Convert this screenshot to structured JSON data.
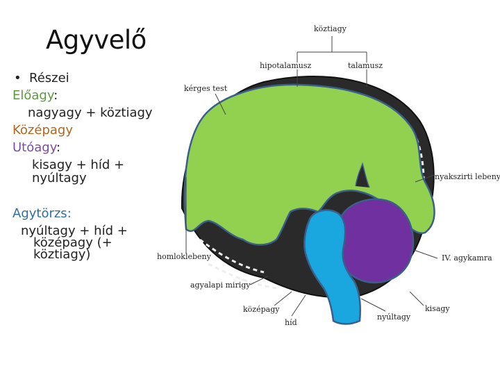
{
  "title": "Agyvelő",
  "text": {
    "bullet": "Részei",
    "eloagy_label": "Előagy",
    "eloagy_colon": ":",
    "eloagy_parts": "nagyagy + köztiagy",
    "kozepagy": "Középagy",
    "utoagy_label": "Utóagy",
    "utoagy_colon": ":",
    "utoagy_parts_1": "kisagy + híd +",
    "utoagy_parts_2": "nyúltagy",
    "agytorzs_label": "Agytörzs:",
    "agytorzs_parts_1": "nyúltagy + híd +",
    "agytorzs_parts_2": "középagy (+",
    "agytorzs_parts_3": "köztiagy)"
  },
  "diagram": {
    "labels": {
      "koztiagy": "köztiagy",
      "hipotalamusz": "hipotalamusz",
      "talamusz": "talamusz",
      "kerges_test": "kérges test",
      "nyakszirti_lebeny": "nyakszirti lebeny",
      "homloklebeny": "homloklebeny",
      "iv_agykamra": "IV. agykamra",
      "agyalapi_mirigy": "agyalapi mirigy",
      "kozepagy": "középagy",
      "kisagy": "kisagy",
      "nyultagy": "nyúltagy",
      "hid": "híd"
    },
    "colors": {
      "nagyagy": "#92d050",
      "kisagy": "#7030a0",
      "agytorzs": "#1aa7e0",
      "outline": "#3a5f8a"
    }
  }
}
